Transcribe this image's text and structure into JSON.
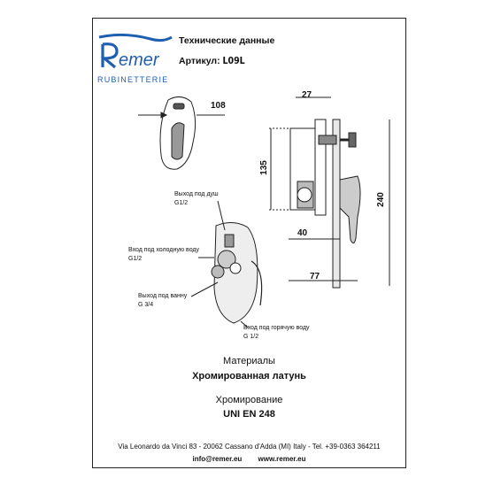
{
  "brand": {
    "name": "Remer",
    "subtitle": "RUBINETTERIE",
    "color": "#1f5fb0"
  },
  "header": {
    "title": "Технические данные",
    "article_label": "Артикул:",
    "article_code": "L09L"
  },
  "dimensions": {
    "d108": "108",
    "d27": "27",
    "d135": "135",
    "d40": "40",
    "d240": "240",
    "d77": "77"
  },
  "outlets": {
    "shower": {
      "label": "Выход под душ",
      "size": "G1/2"
    },
    "cold": {
      "label": "Вход под холодную воду",
      "size": "G1/2"
    },
    "bath": {
      "label": "Выход под ванну",
      "size": "G 3/4"
    },
    "hot": {
      "label": "Вход под горячую воду",
      "size": "G 1/2"
    }
  },
  "materials": {
    "label": "Материалы",
    "value": "Хромированная латунь"
  },
  "chrome": {
    "label": "Хромирование",
    "value": "UNI EN 248"
  },
  "footer": {
    "address": "Via Leonardo da Vinci 83 - 20062 Cassano d'Adda (MI) Italy - Tel. +39-0363 364211",
    "email": "info@remer.eu",
    "website": "www.remer.eu"
  }
}
